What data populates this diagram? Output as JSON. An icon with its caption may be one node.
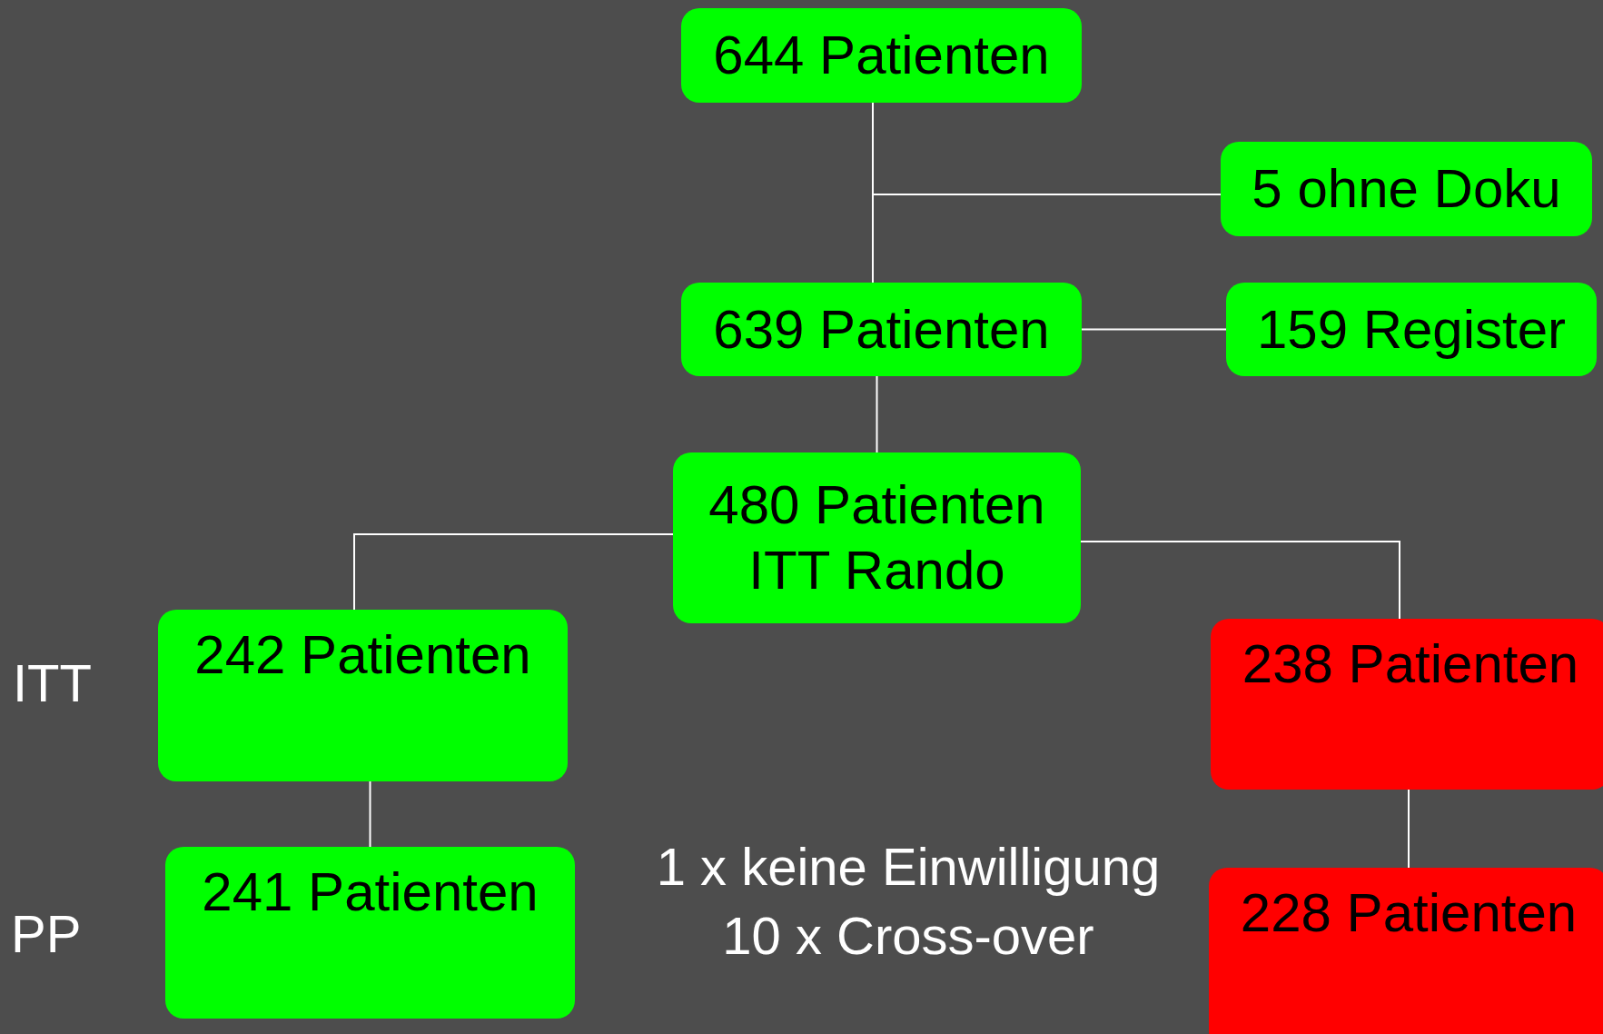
{
  "diagram": {
    "nodes": [
      {
        "text": [
          "644 Patienten"
        ]
      },
      {
        "text": [
          "5 ohne Doku"
        ]
      },
      {
        "text": [
          "639 Patienten"
        ]
      },
      {
        "text": [
          "159 Register"
        ]
      },
      {
        "text": [
          "480 Patienten",
          "ITT Rando"
        ]
      },
      {
        "text": [
          "242 Patienten"
        ]
      },
      {
        "text": [
          "238 Patienten"
        ]
      },
      {
        "text": [
          "241 Patienten"
        ]
      },
      {
        "text": [
          "228 Patienten"
        ]
      }
    ],
    "edges": [
      {
        "from": 0,
        "to": 2,
        "arrow": "none"
      },
      {
        "from": 0,
        "to": 1,
        "arrow": "none"
      },
      {
        "from": 2,
        "to": 3,
        "arrow": "none"
      },
      {
        "from": 2,
        "to": 4,
        "arrow": "none"
      },
      {
        "from": 4,
        "to": 5,
        "arrow": "none"
      },
      {
        "from": 4,
        "to": 6,
        "arrow": "none"
      },
      {
        "from": 5,
        "to": 7,
        "arrow": "none"
      },
      {
        "from": 6,
        "to": 8,
        "arrow": "none"
      }
    ],
    "labels": [
      "ITT",
      "PP",
      "1 x keine Einwilligung",
      "10 x Cross-over"
    ]
  }
}
